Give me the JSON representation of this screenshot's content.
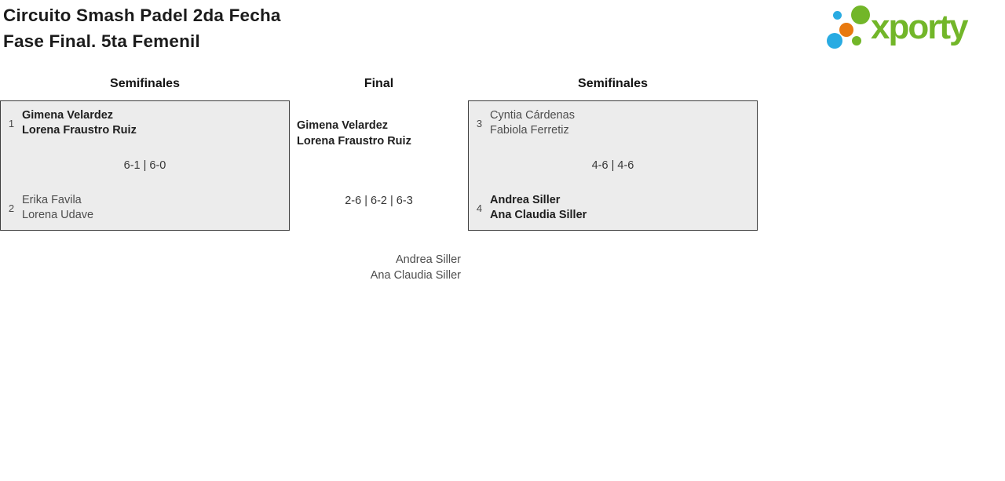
{
  "header": {
    "title_line1": "Circuito Smash Padel 2da Fecha",
    "title_line2": "Fase Final. 5ta Femenil"
  },
  "logo": {
    "brand": "xporty"
  },
  "colors": {
    "brand_green": "#72b629",
    "dot_blue": "#29abe2",
    "dot_orange": "#e8790f",
    "box_background": "#ececec",
    "box_border": "#3d3d3d",
    "winner_text": "#1e1e1e",
    "loser_text": "#4d4d4d"
  },
  "rounds": {
    "left": "Semifinales",
    "center": "Final",
    "right": "Semifinales"
  },
  "matches": {
    "semifinal_left": {
      "team1": {
        "seed": "1",
        "players": [
          "Gimena Velardez",
          "Lorena Fraustro Ruiz"
        ],
        "winner": true
      },
      "score": "6-1 | 6-0",
      "team2": {
        "seed": "2",
        "players": [
          "Erika Favila",
          "Lorena Udave"
        ],
        "winner": false
      }
    },
    "final": {
      "winner": {
        "players": [
          "Gimena Velardez",
          "Lorena Fraustro Ruiz"
        ]
      },
      "score": "2-6 | 6-2 | 6-3",
      "loser": {
        "players": [
          "Andrea Siller",
          "Ana Claudia Siller"
        ]
      }
    },
    "semifinal_right": {
      "team1": {
        "seed": "3",
        "players": [
          "Cyntia Cárdenas",
          "Fabiola Ferretiz"
        ],
        "winner": false
      },
      "score": "4-6 | 4-6",
      "team2": {
        "seed": "4",
        "players": [
          "Andrea Siller",
          "Ana Claudia Siller"
        ],
        "winner": true
      }
    }
  }
}
